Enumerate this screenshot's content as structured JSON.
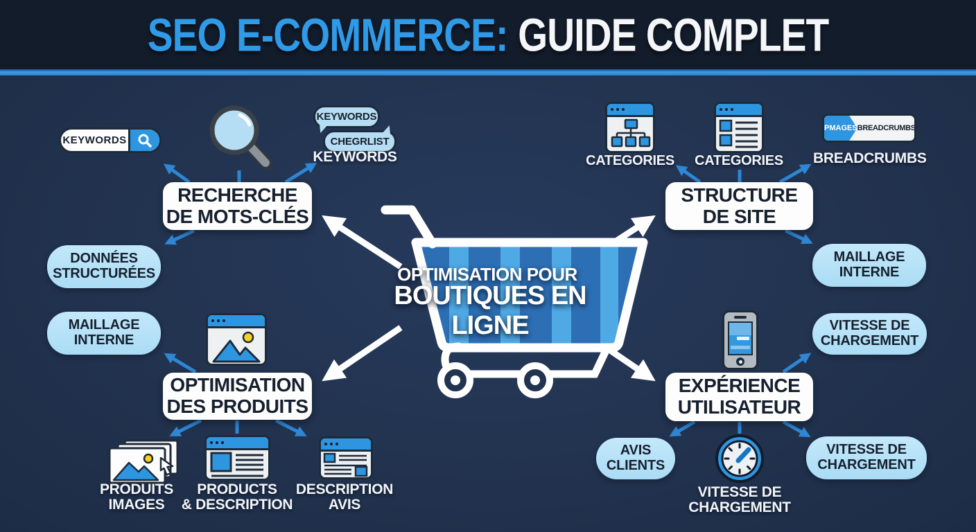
{
  "header": {
    "title_accent": "SEO E-COMMERCE:",
    "title_rest": "GUIDE COMPLET"
  },
  "center": {
    "caption_line1": "OPTIMISATION POUR",
    "caption_line2": "BOUTIQUES EN LIGNE"
  },
  "keyword_research": {
    "search_bar_value": "KEYWORDS",
    "bubble_top": "KEYWORDS",
    "bubble_bottom": "CHEGRLIST",
    "bubbles_caption": "KEYWORDS",
    "box_line1": "RECHERCHE",
    "box_line2": "DE MOTS-CLÉS",
    "pill_structured_line1": "DONNÉES",
    "pill_structured_line2": "STRUCTURÉES"
  },
  "site_structure": {
    "categories1_caption": "CATEGORIES",
    "categories2_caption": "CATEGORIES",
    "breadcrumb_segment1": "PMAGES",
    "breadcrumb_segment2": "BREADCRUMBS",
    "breadcrumb_caption": "BREADCRUMBS",
    "box_line1": "STRUCTURE",
    "box_line2": "DE SITE",
    "pill_linking_line1": "MAILLAGE",
    "pill_linking_line2": "INTERNE"
  },
  "product_optimization": {
    "pill_linking_line1": "MAILLAGE",
    "pill_linking_line2": "INTERNE",
    "box_line1": "OPTIMISATION",
    "box_line2": "DES PRODUITS",
    "item_images_line1": "PRODUITS",
    "item_images_line2": "IMAGES",
    "item_description_line1": "PRODUCTS",
    "item_description_line2": "& DESCRIPTION",
    "item_reviews_line1": "DESCRIPTION",
    "item_reviews_line2": "AVIS"
  },
  "user_experience": {
    "box_line1": "EXPÉRIENCE",
    "box_line2": "UTILISATEUR",
    "pill_speed_top_line1": "VITESSE DE",
    "pill_speed_top_line2": "CHARGEMENT",
    "pill_reviews_line1": "AVIS",
    "pill_reviews_line2": "CLIENTS",
    "gauge_caption_line1": "VITESSE DE",
    "gauge_caption_line2": "CHARGEMENT",
    "pill_speed_right_line1": "VITESSE DE",
    "pill_speed_right_line2": "CHARGEMENT"
  },
  "colors": {
    "background": "#22334f",
    "header_background": "#131c2b",
    "accent_blue": "#2f9ae8",
    "arrow_blue": "#2e86d4",
    "pill_background": "#b0def6",
    "box_background": "#fdfdfd",
    "icon_blue": "#2e96e0",
    "dark_text": "#16202e"
  }
}
